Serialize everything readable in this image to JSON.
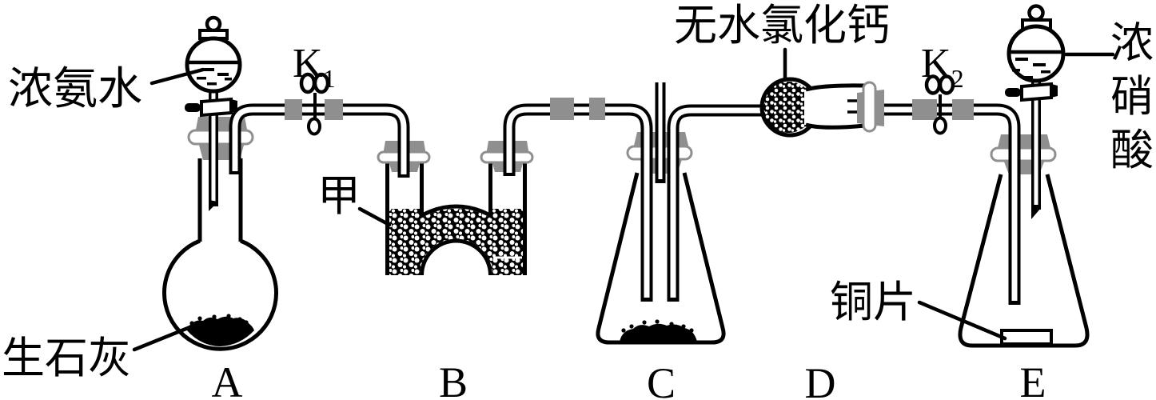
{
  "figure": {
    "kind": "chemistry-apparatus-diagram",
    "colors": {
      "line": "#000000",
      "stopper_gray": "#8f8f8f",
      "background": "#ffffff"
    }
  },
  "labels": {
    "ammonia": "浓氨水",
    "quicklime": "生石灰",
    "utube_packing": "甲",
    "drying_agent": "无水氯化钙",
    "copper_piece": "铜片",
    "nitric_acid": [
      "浓",
      "硝",
      "酸"
    ],
    "valve1": {
      "base": "K",
      "sub": "1"
    },
    "valve2": {
      "base": "K",
      "sub": "2"
    },
    "units": [
      "A",
      "B",
      "C",
      "D",
      "E"
    ]
  }
}
